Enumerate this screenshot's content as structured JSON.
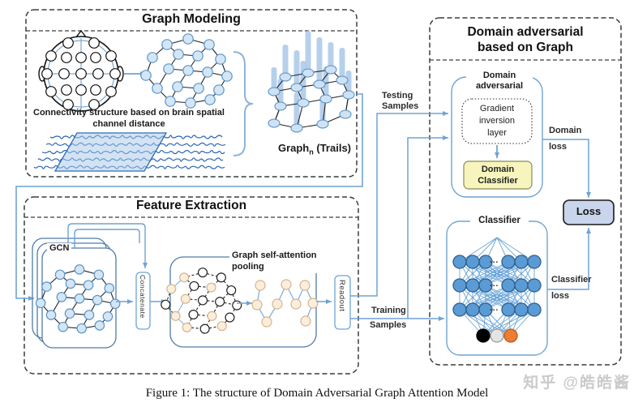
{
  "colors": {
    "accent_blue": "#6fa4d4",
    "nn_node_blue": "#5b9bd5",
    "light_node_fill": "#d4e6f6",
    "light_node_stroke": "#5b94c8",
    "tan_node_fill": "#fbeedd",
    "tan_node_stroke": "#d9b38c",
    "yellow_box_fill": "#f7f5bd",
    "loss_box_fill": "#c9d5ec",
    "orange_node": "#ed7d31",
    "signal_blue": "#2663b5",
    "watermark_gray": "#cbcbcb"
  },
  "panels": {
    "graph_modeling": {
      "title": "Graph Modeling",
      "connectivity_caption_line1": "Connectivity structure based on brain spatial",
      "connectivity_caption_line2": "channel distance",
      "graph_label_main": "Graph",
      "graph_label_sub": "n",
      "graph_label_rest": " (Trails)"
    },
    "feature_extraction": {
      "title": "Feature Extraction",
      "gcn_label": "GCN",
      "concatenate_label": "Concatenate",
      "pooling_label_line1": "Graph self-attention",
      "pooling_label_line2": "pooling",
      "readout_label": "Readout"
    },
    "domain_adversarial": {
      "title_line1": "Domain adversarial",
      "title_line2": "based on Graph",
      "adversarial_box_label_line1": "Domain",
      "adversarial_box_label_line2": "adversarial",
      "gradient_layer_line1": "Gradient",
      "gradient_layer_line2": "inversion",
      "gradient_layer_line3": "layer",
      "domain_classifier_line1": "Domain",
      "domain_classifier_line2": "Classifier",
      "classifier_label": "Classifier",
      "loss_label": "Loss",
      "domain_loss_line1": "Domain",
      "domain_loss_line2": "loss",
      "classifier_loss_line1": "Classifier",
      "classifier_loss_line2": "loss",
      "nn_dots": "..."
    }
  },
  "connectors": {
    "testing_line1": "Testing",
    "testing_line2": "Samples",
    "training_line1": "Training",
    "training_line2": "Samples"
  },
  "caption": "Figure 1: The structure of Domain Adversarial Graph Attention Model",
  "watermark": "知乎 @皓皓酱"
}
